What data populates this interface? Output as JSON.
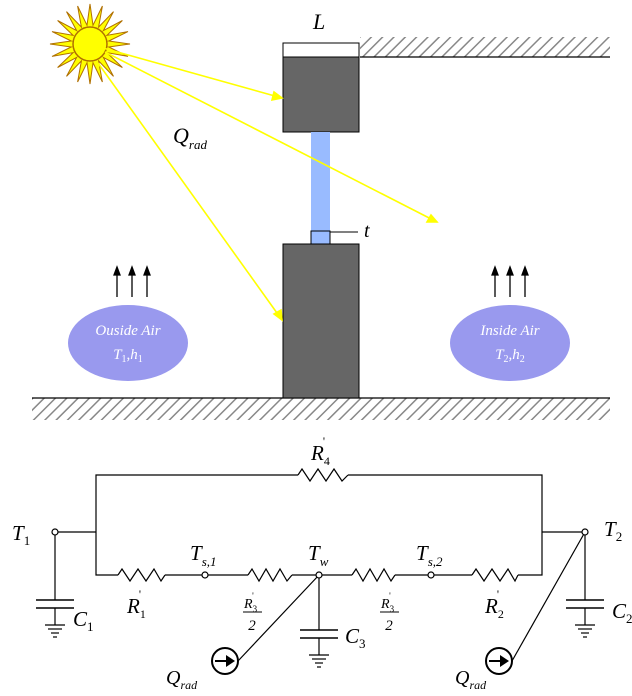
{
  "top": {
    "L": "L",
    "Q": "Q",
    "Q_sub": "rad",
    "t": "t",
    "outside": {
      "title": "Ouside Air",
      "T": "T",
      "T_sub": "1",
      "h": "h",
      "h_sub": "1"
    },
    "inside": {
      "title": "Inside Air",
      "T": "T",
      "T_sub": "2",
      "h": "h",
      "h_sub": "2"
    }
  },
  "circuit": {
    "R4": {
      "main": "R",
      "sub": "4",
      "sup": "'"
    },
    "R1": {
      "main": "R",
      "sub": "1",
      "sup": "'"
    },
    "R2": {
      "main": "R",
      "sub": "2",
      "sup": "'"
    },
    "R3a": {
      "num": "R",
      "sub": "3",
      "sup": "'",
      "den": "2"
    },
    "R3b": {
      "num": "R",
      "sub": "3",
      "sup": "'",
      "den": "2"
    },
    "T1": {
      "main": "T",
      "sub": "1"
    },
    "T2": {
      "main": "T",
      "sub": "2"
    },
    "Ts1": {
      "main": "T",
      "sub": "s,1"
    },
    "Ts2": {
      "main": "T",
      "sub": "s,2"
    },
    "Tw": {
      "main": "T",
      "sub": "w"
    },
    "C1": {
      "main": "C",
      "sub": "1"
    },
    "C2": {
      "main": "C",
      "sub": "2"
    },
    "C3": {
      "main": "C",
      "sub": "3"
    },
    "Qrad_left": {
      "main": "Q",
      "sub": "rad"
    },
    "Qrad_right": {
      "main": "Q",
      "sub": "rad"
    }
  },
  "colors": {
    "sun": "#ffff00",
    "ray": "#ffff00",
    "wall": "#666666",
    "glass": "#99bbff",
    "air": "#9999ee"
  }
}
